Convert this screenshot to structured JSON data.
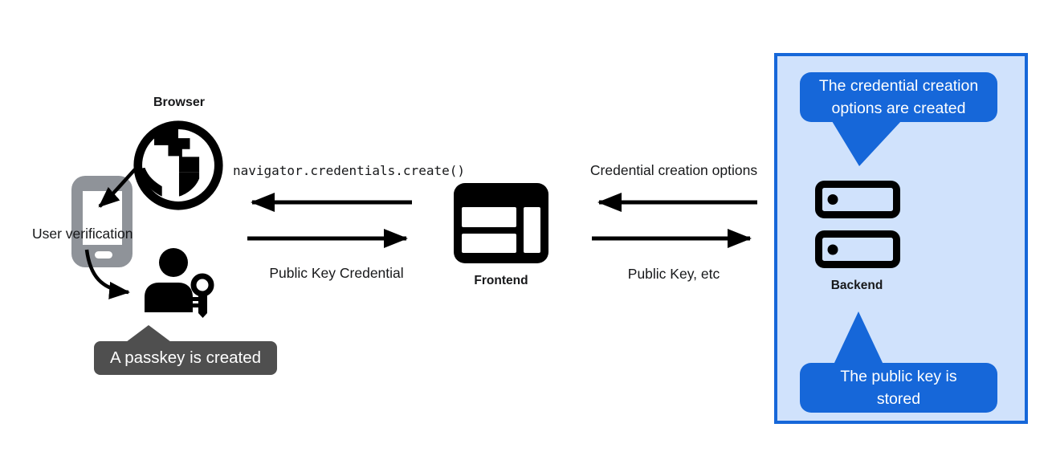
{
  "diagram": {
    "left": {
      "browser_label": "Browser",
      "user_verification_label": "User verification",
      "passkey_tooltip": "A passkey is created"
    },
    "middle": {
      "code_call": "navigator.credentials.create()",
      "response_label": "Public Key Credential",
      "frontend_label": "Frontend"
    },
    "right": {
      "request_label": "Credential creation options",
      "response_label": "Public Key, etc"
    },
    "backend_panel": {
      "backend_label": "Backend",
      "callout_top": "The credential creation\noptions are created",
      "callout_bottom": "The public key is\nstored"
    }
  },
  "icons": {
    "globe_icon": "globe with blocky continents",
    "phone_icon": "mobile phone",
    "person_key_icon": "person with key",
    "frontend_icon": "browser window layout",
    "server_icon": "stacked server racks",
    "arrow_icons": "black flow arrows"
  },
  "colors": {
    "accent_blue": "#1667d9",
    "panel_bg": "#d0e2fc",
    "tooltip_gray": "#4f4f4f",
    "phone_gray": "#8f9399",
    "ink": "#000000"
  }
}
